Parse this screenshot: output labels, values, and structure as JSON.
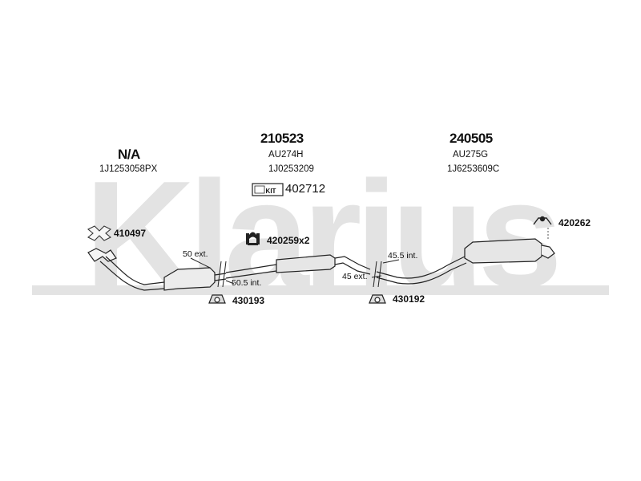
{
  "watermark": {
    "text": "Klarius"
  },
  "groups": [
    {
      "ref": "N/A",
      "oe": "1J1253058PX"
    },
    {
      "ref": "210523",
      "code": "AU274H",
      "oe": "1J0253209"
    },
    {
      "ref": "240505",
      "code": "AU275G",
      "oe": "1J6253609C"
    }
  ],
  "kit": {
    "badge": "KIT",
    "number": "402712"
  },
  "parts": {
    "gasket": "410497",
    "clamp_mid": "420259x2",
    "mount_left": "430193",
    "mount_mid": "430192",
    "hanger_right": "420262"
  },
  "dimensions": {
    "d1": "50 ext.",
    "d2": "50.5 int.",
    "d3": "45.5 int.",
    "d4": "45 ext."
  }
}
